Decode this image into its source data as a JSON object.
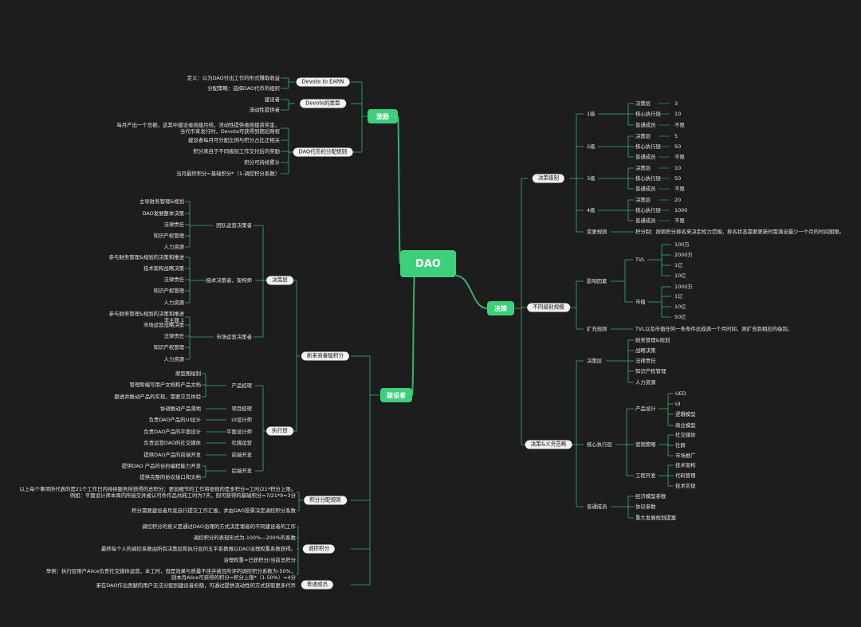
{
  "root": "DAO",
  "incentive": {
    "title": "激励",
    "devote_earn": {
      "label": "Devote to EARN",
      "items": [
        "定义：以为DAO付出工作的形式赚取收益",
        "分配策略：选择DAO代币的组织"
      ]
    },
    "devote_types": {
      "label": "Devote的类型",
      "items": [
        "建设者",
        "流动性提供者"
      ]
    },
    "token_alloc": {
      "label": "DAO代币的分配规则",
      "items": [
        "每月产出一个总额，这其中建设者按建月结，流动性提供者按建资奖金，\n当代币来发行时，Devote可获得到期后赎权",
        "建设者每月可分配比例与积分占比正相关",
        "积分来自于不同级别工作交付后的奖励",
        "积分可持续累计",
        "当月最终积分=基础积分*（1-调控积分系数）"
      ]
    }
  },
  "builder": {
    "title": "建设者",
    "newcomer": "新来商秦础积分",
    "decision": {
      "label": "决策层",
      "groups": [
        {
          "label": "团队运营决策者",
          "items": [
            "主导财务管理&规划",
            "DAO发展整体决策",
            "法律责任",
            "知识产权管理",
            "人力资源"
          ]
        },
        {
          "label": "技术决策者，架构师",
          "items": [
            "参与财务管理&规划的决策和推进",
            "技术架构战略决策",
            "法律责任",
            "知识产权管理",
            "人力资源"
          ]
        },
        {
          "label": "市场运营决策者",
          "items": [
            "参与财务管理&规划的决策和推进\n非主题 1",
            "市场运营战略决策",
            "法律责任",
            "知识产权管理",
            "人力资源"
          ]
        }
      ]
    },
    "executive": {
      "label": "执行层",
      "groups": [
        {
          "label": "产品经理",
          "items": [
            "原型图绘制",
            "管理和编写用户文档和产品文档",
            "跟进并推动产品的实现，需要交互体验"
          ]
        },
        {
          "label": "项目经理",
          "items": [
            "协调推动产品落地"
          ]
        },
        {
          "label": "UI设计师",
          "items": [
            "负责DAO产品的UI设计"
          ]
        },
        {
          "label": "平面设计师",
          "items": [
            "负责DAO产品的平面设计"
          ]
        },
        {
          "label": "社媒运营",
          "items": [
            "负责运营DAO的社交媒体"
          ]
        },
        {
          "label": "前端开发",
          "items": [
            "提供DAO产品的前端开发"
          ]
        },
        {
          "label": "后端开发",
          "items": [
            "提供DAO 产品的合约编程能力开发",
            "提供完整的协议接口和文档"
          ]
        }
      ]
    },
    "points_rule": {
      "label": "积分分配规则",
      "items": [
        "以上每个事项所代表的是21个工作日内持续服务所获得的总积分；更加细节的工作将很很的是多积分=工时/21*积分上限。\n例如：平面设计师本周内所接交并被认可件作品共耗工时为7天，则可获得的基础积分=7/21*9=3分",
        "积分需要建设者月底自行提交工作汇报，并由DAO投票决定调控积分系数"
      ]
    },
    "adjust": {
      "label": "调控积分",
      "items": [
        "调控积分的意义是通过DAO治理的方式决定诸者的不同建设者的工作",
        "调控积分的表现形式为-100%—200%的系数",
        "最终每个人的调控系数由所有决策层和执行层的五平系数做以DAO治理权重系数获得。",
        "治理权重=已获积分/当前总积分",
        "举例：执行层用户Alice负责社交媒体运营，本工时，但是效果与质量不佳并被且所评的调控积分系数为-50%，\n则本月Alice可获得的积分=积分上限*（1-50%）=4分"
      ]
    },
    "member": {
      "label": "普通成员",
      "items": [
        "来在DAO作出贡献的用户无法分配到建设者份额，可通过提供流动性的方式获取更多代币"
      ]
    }
  },
  "governance": {
    "title": "决策",
    "voting_levels": {
      "label": "决策级别",
      "levels": [
        {
          "name": "1级",
          "rows": [
            [
              "决策层",
              "3"
            ],
            [
              "核心执行层",
              "10"
            ],
            [
              "普通成员",
              "不限"
            ]
          ]
        },
        {
          "name": "2级",
          "rows": [
            [
              "决策层",
              "5"
            ],
            [
              "核心执行层",
              "50"
            ],
            [
              "普通成员",
              "不限"
            ]
          ]
        },
        {
          "name": "3级",
          "rows": [
            [
              "决策层",
              "10"
            ],
            [
              "核心执行层",
              "50"
            ],
            [
              "普通成员",
              "不限"
            ]
          ]
        },
        {
          "name": "4级",
          "rows": [
            [
              "决策层",
              "20"
            ],
            [
              "核心执行层",
              "1000"
            ],
            [
              "普通成员",
              "不限"
            ]
          ]
        }
      ],
      "change": {
        "name": "变更规则",
        "text": "积分制：按照积分排名来决定权力范围，排名状态需要更新时需满足最少一个月的时间期限。"
      }
    },
    "scale": {
      "label": "不同级别规模",
      "factors": {
        "name": "影响因素",
        "groups": [
          {
            "name": "TVL",
            "items": [
              "100万",
              "2000万",
              "1亿",
              "10亿"
            ]
          },
          {
            "name": "市值",
            "items": [
              "1000万",
              "1亿",
              "10亿",
              "50亿"
            ]
          }
        ]
      },
      "expand": {
        "name": "扩充规则",
        "text": "TVL以及市值任何一条条件达成满一个月时间，则扩充到相应的级别。"
      }
    },
    "duties": {
      "label": "决策&义务范畴",
      "groups": [
        {
          "name": "决策层",
          "items": [
            "财务管理&规划",
            "战略决策",
            "法律责任",
            "知识产权管理",
            "人力资源"
          ]
        },
        {
          "name": "核心执行层",
          "sub": [
            {
              "name": "产品设计",
              "items": [
                "UED",
                "UI",
                "逻辑模型",
                "商业模型"
              ]
            },
            {
              "name": "营销策略",
              "items": [
                "社交媒体",
                "社群",
                "市场推广"
              ]
            },
            {
              "name": "工程开发",
              "items": [
                "技术架构",
                "代码管理",
                "技术实现"
              ]
            }
          ]
        },
        {
          "name": "普通成员",
          "items": [
            "经济模型参数",
            "协议参数",
            "重大发展规划提案"
          ]
        }
      ]
    }
  },
  "colors": {
    "background": "#1d1d1d",
    "accent": "#3ecf7c",
    "pill": "#f2f2f2",
    "text": "#e6e6e6"
  }
}
